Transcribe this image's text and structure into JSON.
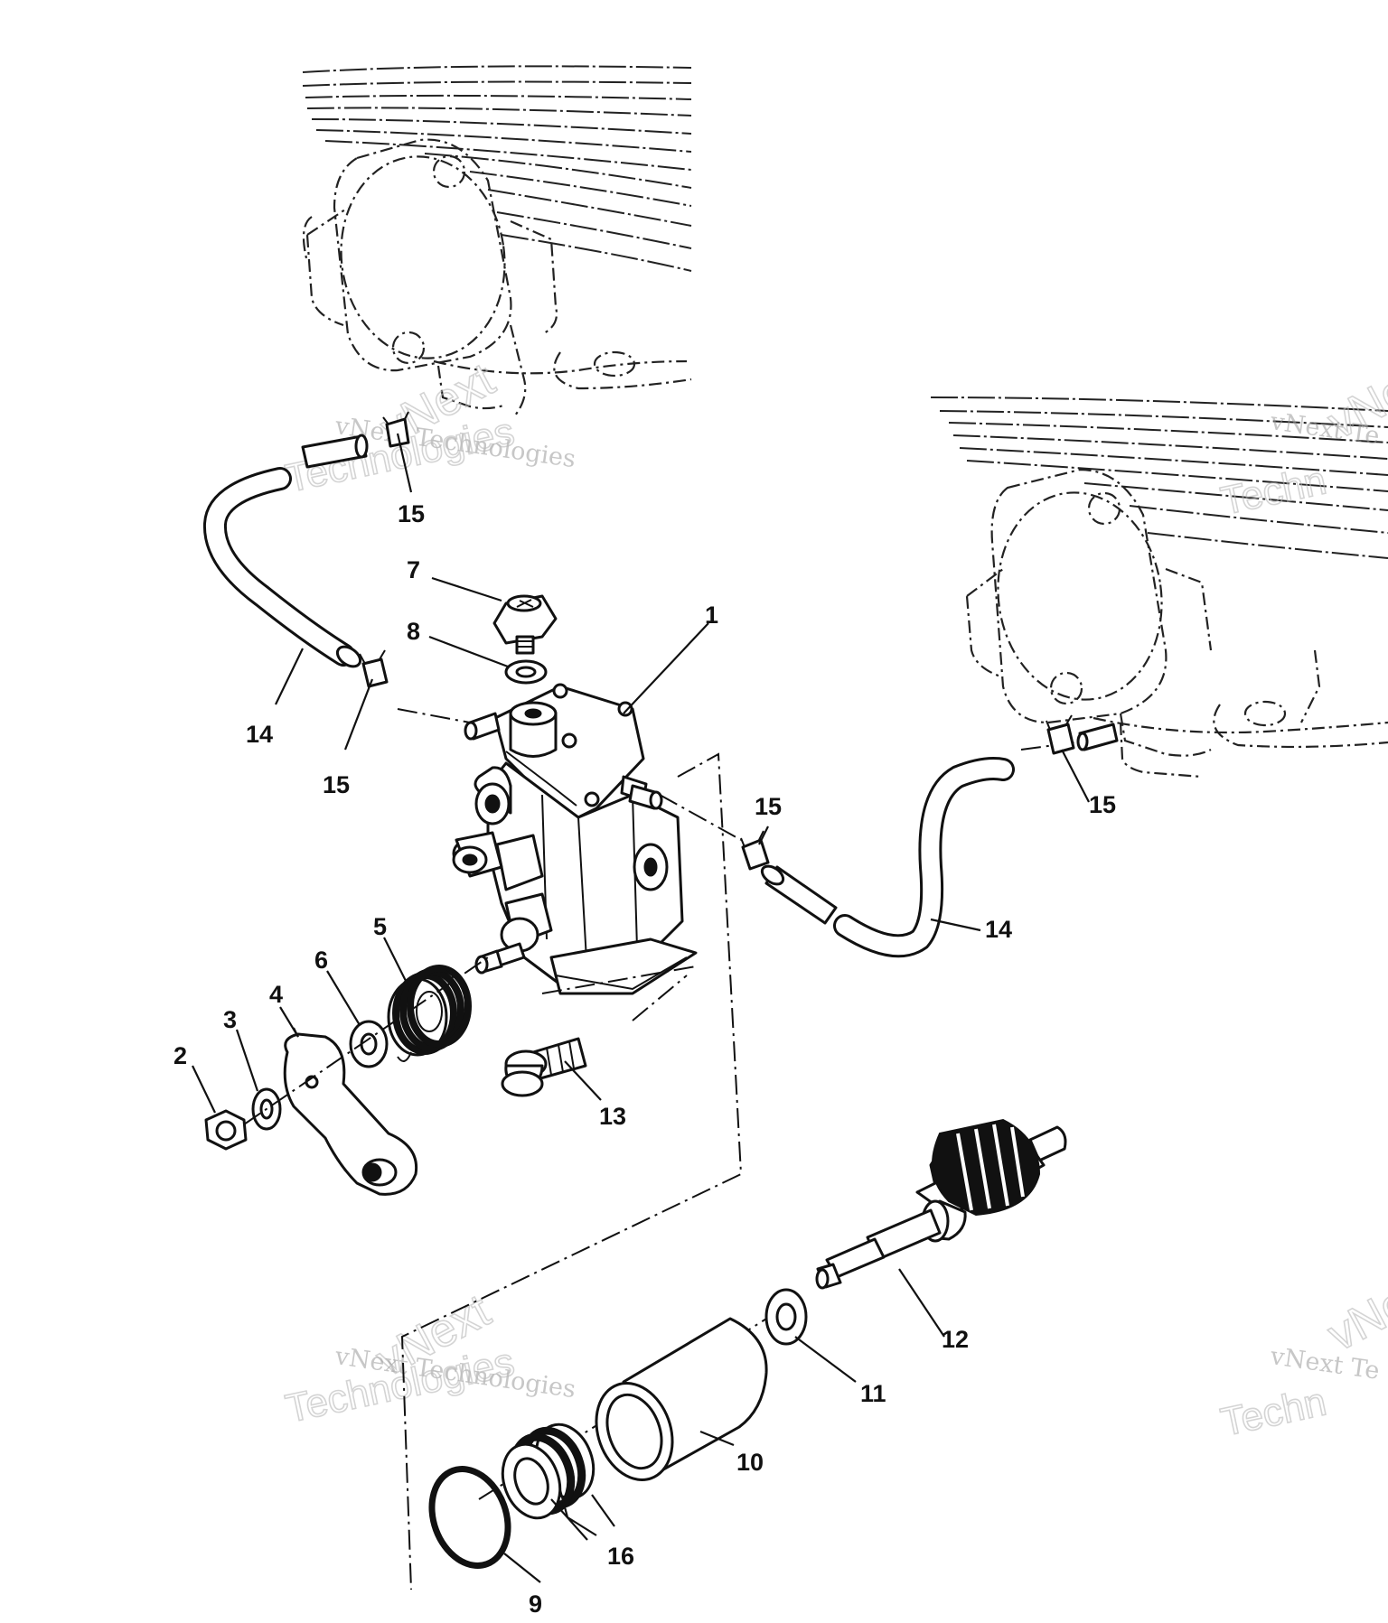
{
  "diagram": {
    "callouts": [
      {
        "id": "c1",
        "label": "1"
      },
      {
        "id": "c2",
        "label": "2"
      },
      {
        "id": "c3",
        "label": "3"
      },
      {
        "id": "c4",
        "label": "4"
      },
      {
        "id": "c5",
        "label": "5"
      },
      {
        "id": "c6",
        "label": "6"
      },
      {
        "id": "c7",
        "label": "7"
      },
      {
        "id": "c8",
        "label": "8"
      },
      {
        "id": "c9",
        "label": "9"
      },
      {
        "id": "c10",
        "label": "10"
      },
      {
        "id": "c11",
        "label": "11"
      },
      {
        "id": "c12",
        "label": "12"
      },
      {
        "id": "c13",
        "label": "13"
      },
      {
        "id": "c14a",
        "label": "14"
      },
      {
        "id": "c14b",
        "label": "14"
      },
      {
        "id": "c15a",
        "label": "15"
      },
      {
        "id": "c15b",
        "label": "15"
      },
      {
        "id": "c15c",
        "label": "15"
      },
      {
        "id": "c15d",
        "label": "15"
      },
      {
        "id": "c16",
        "label": "16"
      }
    ]
  },
  "watermark": {
    "brand_line": "vNext Technologies",
    "word_top": "vNext",
    "word_bottom": "Technologies",
    "partial_line": "vNext Te",
    "partial_word_top": "vNe",
    "partial_word_bottom": "Techn"
  }
}
